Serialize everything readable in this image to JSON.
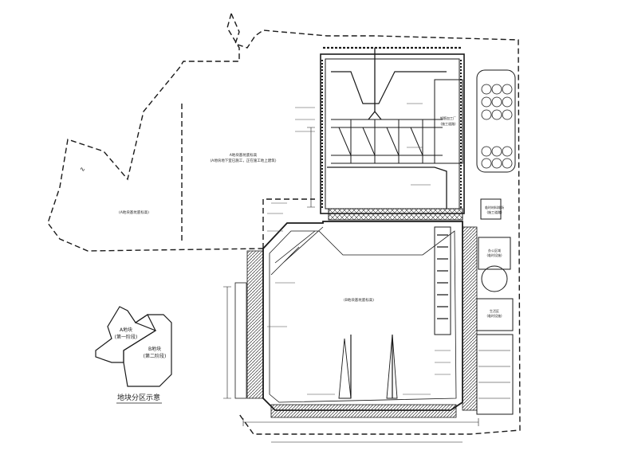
{
  "key_plan": {
    "title": "地块分区示意",
    "zone_a": {
      "line1": "A地块",
      "line2": "(第一阶段)"
    },
    "zone_b": {
      "line1": "B地块",
      "line2": "(第二阶段)"
    }
  },
  "site_labels": {
    "a_upper": {
      "line1": "A地块基坑底标高",
      "line2": "(A地块地下室已施工，正在施工地上建筑)"
    },
    "a_lower": "(A地块基坑底标高)",
    "b_main": "(B地块基坑底标高)",
    "yard_1": {
      "line1": "钢筋加工厂",
      "line2": "(施工道路)"
    },
    "yard_2": {
      "line1": "临时材料堆场",
      "line2": "(施工道路)"
    },
    "yard_3": {
      "line1": "办公区域",
      "line2": "(临时设施)"
    },
    "yard_4": {
      "line1": "生活区",
      "line2": "(临时设施)"
    }
  },
  "colors": {
    "line": "#1a1a1a",
    "hatch": "#333333",
    "paper": "#ffffff"
  }
}
